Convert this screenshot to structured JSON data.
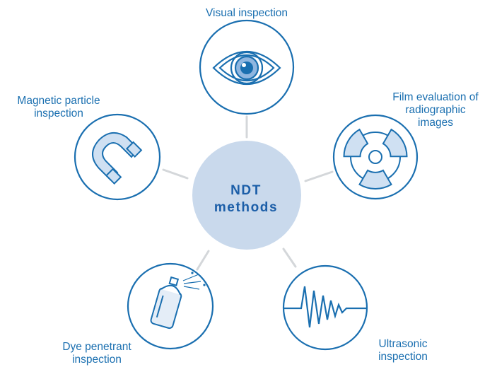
{
  "diagram": {
    "center": {
      "line1": "NDT",
      "line2": "methods"
    },
    "methods": [
      {
        "id": "visual",
        "icon": "eye-icon",
        "line1": "Visual inspection",
        "line2": ""
      },
      {
        "id": "film",
        "icon": "radiation-icon",
        "line1": "Film evaluation of",
        "line2": "radiographic",
        "line3": "images"
      },
      {
        "id": "ultrasonic",
        "icon": "waveform-icon",
        "line1": "Ultrasonic",
        "line2": "inspection"
      },
      {
        "id": "dye",
        "icon": "spray-can-icon",
        "line1": "Dye penetrant",
        "line2": "inspection"
      },
      {
        "id": "magnetic",
        "icon": "horseshoe-magnet-icon",
        "line1": "Magnetic particle",
        "line2": "inspection"
      }
    ]
  },
  "colors": {
    "stroke": "#1a6fb0",
    "center_fill": "#c9d9ec",
    "connector": "#d4d7da",
    "label_text": "#1a6fb0"
  }
}
